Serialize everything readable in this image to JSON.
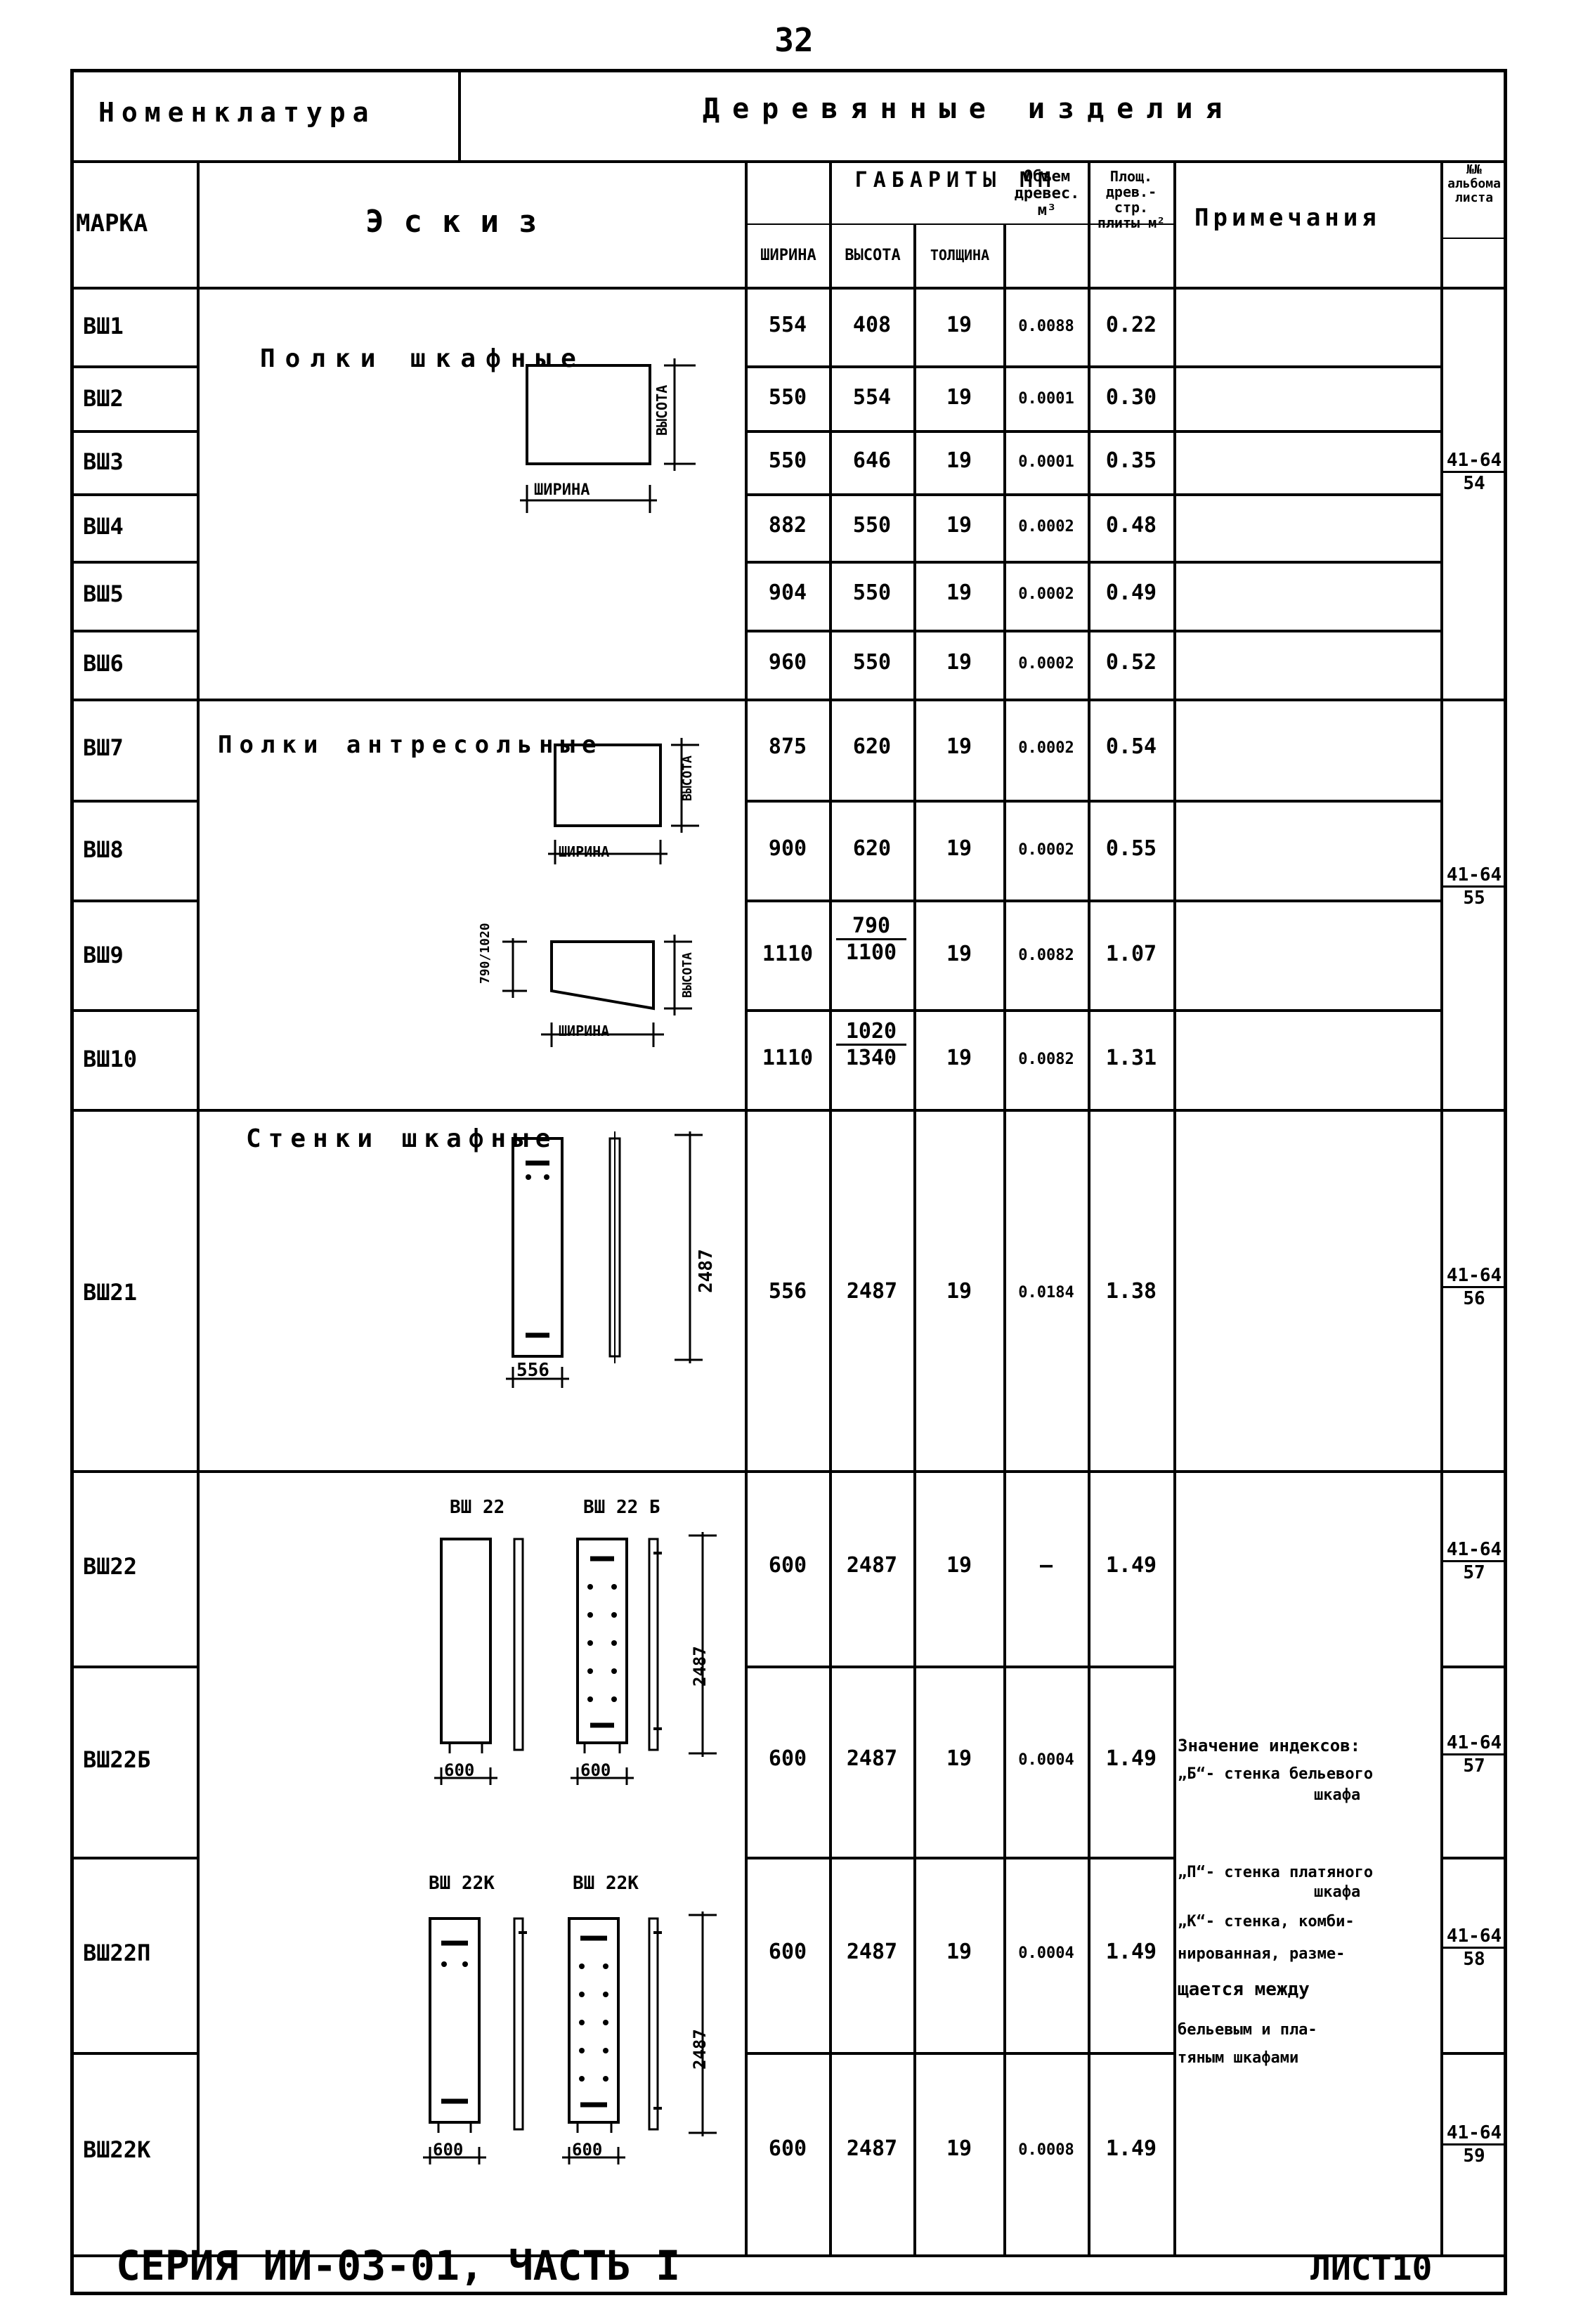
{
  "page_number": "32",
  "header": {
    "nomenclature_label": "Номенклатура",
    "title": "Деревянные изделия"
  },
  "columns": {
    "mark": "МАРКА",
    "sketch": "Эскиз",
    "dims_group": "ГАБАРИТЫ ММ",
    "width": "ШИРИНА",
    "height": "ВЫСОТА",
    "thickness": "ТОЛЩИНА",
    "volume": "Объем древес. м³",
    "area": "Площ. древ.-стр. плиты м²",
    "notes": "Примечания",
    "album": "№№ альбома листа"
  },
  "groups": {
    "shelves_wardrobe": "Полки шкафные",
    "shelves_mezzanine": "Полки антресольные",
    "walls_wardrobe": "Стенки шкафные"
  },
  "sketch_labels": {
    "shirina": "ШИРИНА",
    "vysota": "ВЫСОТА",
    "dim_556": "556",
    "dim_2487": "2487",
    "dim_600": "600",
    "dim_790_1020": "790/1020",
    "bsh22": "ВШ 22",
    "bsh22b": "ВШ 22 Б",
    "bsh22k_a": "ВШ 22К",
    "bsh22k_b": "ВШ 22К"
  },
  "rows": [
    {
      "mark": "ВШ1",
      "width": "554",
      "height": "408",
      "thick": "19",
      "volume": "0.0088",
      "area": "0.22"
    },
    {
      "mark": "ВШ2",
      "width": "550",
      "height": "554",
      "thick": "19",
      "volume": "0.0001",
      "area": "0.30"
    },
    {
      "mark": "ВШ3",
      "width": "550",
      "height": "646",
      "thick": "19",
      "volume": "0.0001",
      "area": "0.35"
    },
    {
      "mark": "ВШ4",
      "width": "882",
      "height": "550",
      "thick": "19",
      "volume": "0.0002",
      "area": "0.48"
    },
    {
      "mark": "ВШ5",
      "width": "904",
      "height": "550",
      "thick": "19",
      "volume": "0.0002",
      "area": "0.49"
    },
    {
      "mark": "ВШ6",
      "width": "960",
      "height": "550",
      "thick": "19",
      "volume": "0.0002",
      "area": "0.52"
    },
    {
      "mark": "ВШ7",
      "width": "875",
      "height": "620",
      "thick": "19",
      "volume": "0.0002",
      "area": "0.54"
    },
    {
      "mark": "ВШ8",
      "width": "900",
      "height": "620",
      "thick": "19",
      "volume": "0.0002",
      "area": "0.55"
    },
    {
      "mark": "ВШ9",
      "width": "1110",
      "height_top": "790",
      "height_bot": "1100",
      "thick": "19",
      "volume": "0.0082",
      "area": "1.07"
    },
    {
      "mark": "ВШ10",
      "width": "1110",
      "height_top": "1020",
      "height_bot": "1340",
      "thick": "19",
      "volume": "0.0082",
      "area": "1.31"
    },
    {
      "mark": "ВШ21",
      "width": "556",
      "height": "2487",
      "thick": "19",
      "volume": "0.0184",
      "area": "1.38"
    },
    {
      "mark": "ВШ22",
      "width": "600",
      "height": "2487",
      "thick": "19",
      "volume": "—",
      "area": "1.49"
    },
    {
      "mark": "ВШ22Б",
      "width": "600",
      "height": "2487",
      "thick": "19",
      "volume": "0.0004",
      "area": "1.49"
    },
    {
      "mark": "ВШ22П",
      "width": "600",
      "height": "2487",
      "thick": "19",
      "volume": "0.0004",
      "area": "1.49"
    },
    {
      "mark": "ВШ22К",
      "width": "600",
      "height": "2487",
      "thick": "19",
      "volume": "0.0008",
      "area": "1.49"
    }
  ],
  "album_refs": [
    {
      "num": "41-64",
      "den": "54"
    },
    {
      "num": "41-64",
      "den": "55"
    },
    {
      "num": "41-64",
      "den": "56"
    },
    {
      "num": "41-64",
      "den": "57"
    },
    {
      "num": "41-64",
      "den": "57"
    },
    {
      "num": "41-64",
      "den": "58"
    },
    {
      "num": "41-64",
      "den": "59"
    }
  ],
  "notes_lines": [
    "Значение индексов:",
    "„Б“- стенка бельевого",
    "шкафа",
    "„П“- стенка платяного",
    "шкафа",
    "„К“- стенка, комби-",
    "нированная, разме-",
    "щается между",
    "бельевым и пла-",
    "тяным шкафами"
  ],
  "footer": {
    "series": "СЕРИЯ ИИ-03-01, ЧАСТЬ I",
    "sheet": "ЛИСТ10"
  }
}
